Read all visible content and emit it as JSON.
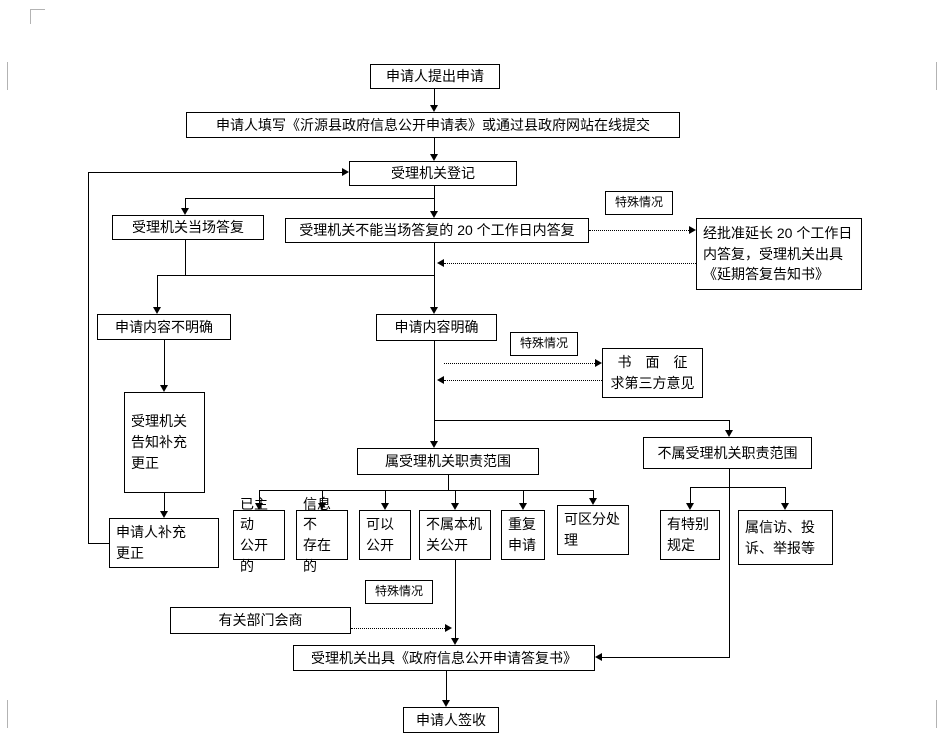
{
  "colors": {
    "line": "#000000",
    "border": "#000000",
    "background": "#ffffff",
    "margin_mark": "#b3b3b3"
  },
  "nodes": {
    "submit": {
      "label": "申请人提出申请"
    },
    "fill_form": {
      "label": "申请人填写《沂源县政府信息公开申请表》或通过县政府网站在线提交"
    },
    "register": {
      "label": "受理机关登记"
    },
    "onspot_reply": {
      "label": "受理机关当场答复"
    },
    "within20_reply": {
      "label": "受理机关不能当场答复的 20 个工作日内答复"
    },
    "special_case_1": {
      "label": "特殊情况"
    },
    "extend_reply": {
      "label": "经批准延长 20 个工作日\n内答复，受理机关出具\n《延期答复告知书》"
    },
    "content_unclear": {
      "label": "申请内容不明确"
    },
    "content_clear": {
      "label": "申请内容明确"
    },
    "special_case_2": {
      "label": "特殊情况"
    },
    "third_party": {
      "label": "书　面　征\n求第三方意见"
    },
    "notify_supplement": {
      "label": "受理机关\n告知补充\n更正"
    },
    "applicant_supplement": {
      "label": "申请人补充\n更正"
    },
    "in_scope": {
      "label": "属受理机关职责范围"
    },
    "out_scope": {
      "label": "不属受理机关职责范围"
    },
    "already_public": {
      "label": "已主动\n公开的"
    },
    "not_exist": {
      "label": "信息不\n存在的"
    },
    "can_public": {
      "label": "可以\n公开"
    },
    "not_this_org": {
      "label": "不属本机\n关公开"
    },
    "repeat_apply": {
      "label": "重复\n申请"
    },
    "separable": {
      "label": "可区分处\n理"
    },
    "special_rule": {
      "label": "有特别\n规定"
    },
    "petition": {
      "label": "属信访、投\n诉、举报等"
    },
    "special_case_3": {
      "label": "特殊情况"
    },
    "dept_consult": {
      "label": "有关部门会商"
    },
    "reply_doc": {
      "label": "受理机关出具《政府信息公开申请答复书》"
    },
    "sign_receive": {
      "label": "申请人签收"
    }
  }
}
